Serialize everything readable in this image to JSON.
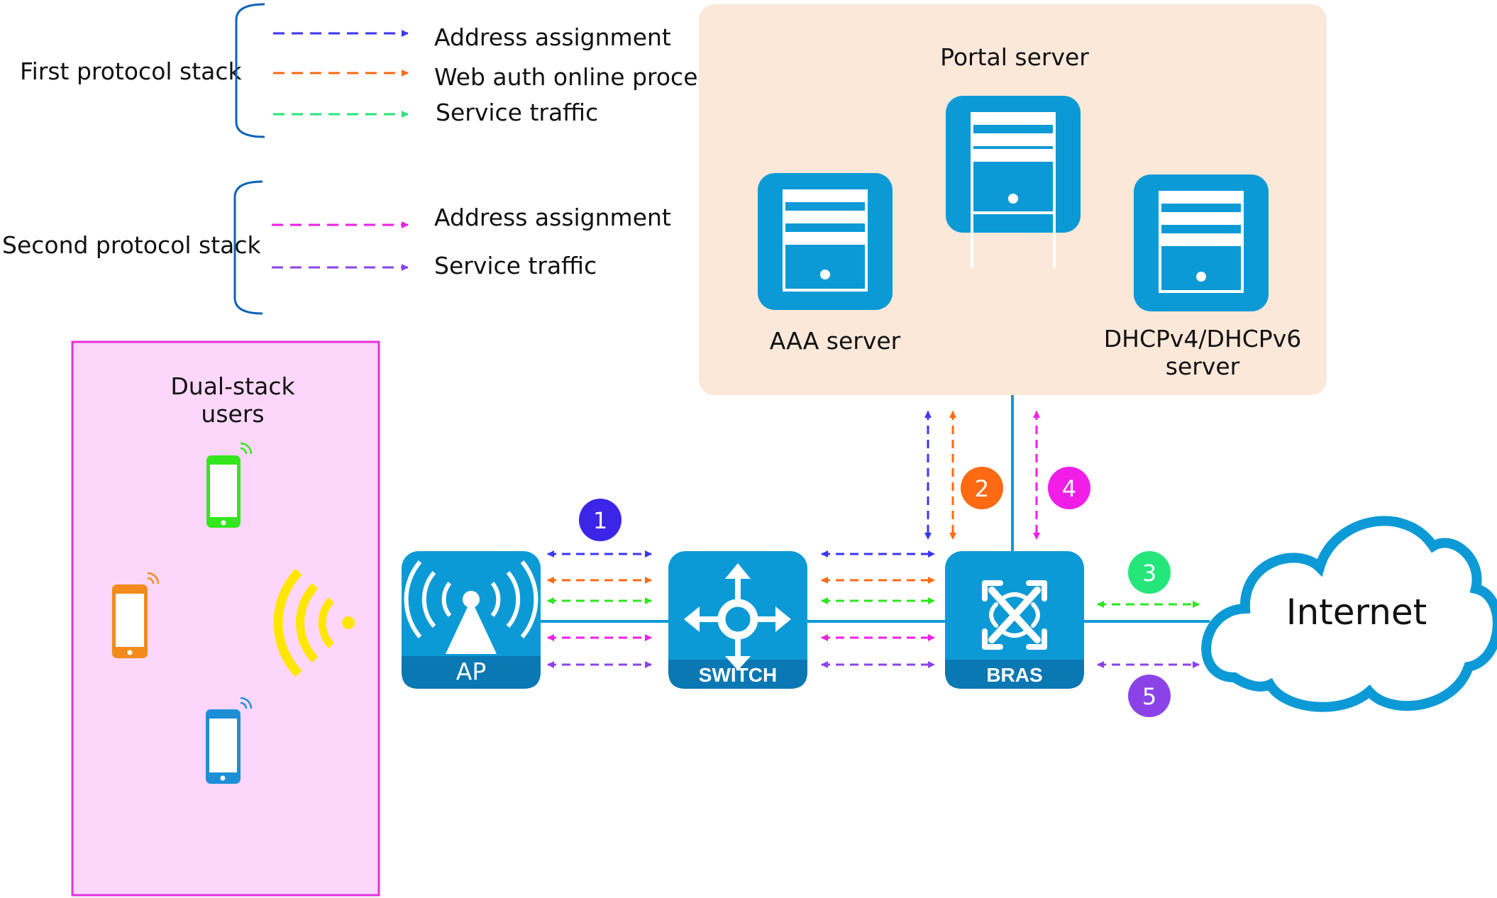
{
  "legend": {
    "first_stack": {
      "title": "First protocol stack",
      "items": [
        {
          "label": "Address assignment",
          "color": "#3b36f0"
        },
        {
          "label": "Web auth online process",
          "color": "#ff6a13"
        },
        {
          "label": "Service traffic",
          "color": "#25e67a"
        }
      ]
    },
    "second_stack": {
      "title": "Second protocol stack",
      "items": [
        {
          "label": "Address assignment",
          "color": "#f01ee6"
        },
        {
          "label": "Service traffic",
          "color": "#8b43e8"
        }
      ]
    }
  },
  "portal": {
    "title": "Portal server",
    "aaa_label": "AAA server",
    "dhcp_label_line1": "DHCPv4/DHCPv6",
    "dhcp_label_line2": "server",
    "background": "#fbe8d9"
  },
  "users": {
    "title_line1": "Dual-stack",
    "title_line2": "users",
    "background": "#fdd7fb",
    "border": "#e52fdc",
    "phone_colors": [
      "#34e61c",
      "#f28b1c",
      "#1c8fd6"
    ],
    "wifi_color": "#ffe600"
  },
  "devices": {
    "ap": "AP",
    "switch": "SWITCH",
    "bras": "BRAS",
    "cloud": "Internet",
    "device_color": "#0c9ad6",
    "device_band_color": "#0a78b3",
    "link_color": "#0c9ad6"
  },
  "badges": [
    {
      "number": "1",
      "color": "#3b25e6"
    },
    {
      "number": "2",
      "color": "#ff6a13"
    },
    {
      "number": "3",
      "color": "#25e67a"
    },
    {
      "number": "4",
      "color": "#f01ee6"
    },
    {
      "number": "5",
      "color": "#8b43e8"
    }
  ]
}
